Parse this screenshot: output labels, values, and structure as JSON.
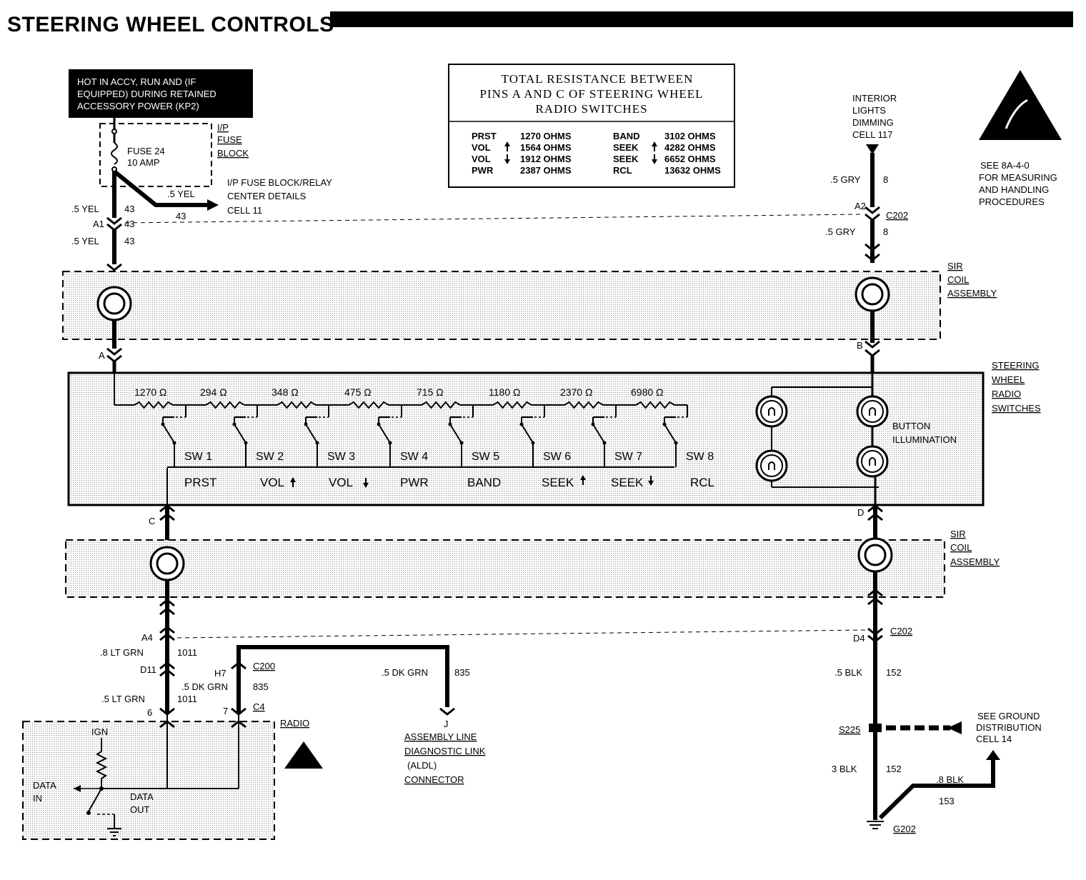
{
  "title": "STEERING WHEEL CONTROLS",
  "hot_box": [
    "HOT IN ACCY, RUN AND (IF",
    "EQUIPPED) DURING RETAINED",
    "ACCESSORY POWER (KP2)"
  ],
  "fuse": {
    "name": "FUSE 24",
    "rating": "10 AMP",
    "block_label": [
      "I/P",
      "FUSE",
      "BLOCK"
    ]
  },
  "relay_ref": [
    "I/P FUSE BLOCK/RELAY",
    "CENTER DETAILS",
    "CELL 11"
  ],
  "resistance_table": {
    "title": [
      "TOTAL RESISTANCE BETWEEN",
      "PINS A AND C OF STEERING WHEEL",
      "RADIO SWITCHES"
    ],
    "left": [
      {
        "name": "PRST",
        "arrow": "",
        "value": "1270 OHMS"
      },
      {
        "name": "VOL",
        "arrow": "up",
        "value": "1564 OHMS"
      },
      {
        "name": "VOL",
        "arrow": "down",
        "value": "1912 OHMS"
      },
      {
        "name": "PWR",
        "arrow": "",
        "value": "2387 OHMS"
      }
    ],
    "right": [
      {
        "name": "BAND",
        "arrow": "",
        "value": "3102 OHMS"
      },
      {
        "name": "SEEK",
        "arrow": "up",
        "value": "4282 OHMS"
      },
      {
        "name": "SEEK",
        "arrow": "down",
        "value": "6652 OHMS"
      },
      {
        "name": "RCL",
        "arrow": "",
        "value": "13632 OHMS"
      }
    ]
  },
  "dimming": [
    "INTERIOR",
    "LIGHTS",
    "DIMMING",
    "CELL 117"
  ],
  "esd_note": [
    "SEE 8A-4-0",
    "FOR MEASURING",
    "AND HANDLING",
    "PROCEDURES"
  ],
  "sir_label": [
    "SIR",
    "COIL",
    "ASSEMBLY"
  ],
  "switch_label": [
    "STEERING",
    "WHEEL",
    "RADIO",
    "SWITCHES"
  ],
  "button_illum": [
    "BUTTON",
    "ILLUMINATION"
  ],
  "resistors": [
    "1270 Ω",
    "294 Ω",
    "348 Ω",
    "475 Ω",
    "715 Ω",
    "1180 Ω",
    "2370 Ω",
    "6980 Ω"
  ],
  "switches": [
    "SW 1",
    "SW 2",
    "SW 3",
    "SW 4",
    "SW 5",
    "SW 6",
    "SW 7",
    "SW 8"
  ],
  "functions": [
    "PRST",
    "VOL",
    "VOL",
    "PWR",
    "BAND",
    "SEEK",
    "SEEK",
    "RCL"
  ],
  "wires": {
    "w1": ".5 YEL",
    "n1": "43",
    "w2": ".5 YEL",
    "n2": "43",
    "w3": ".5 YEL",
    "n3": "43",
    "n4": "43",
    "a1": "A1",
    "a2": "A2",
    "c202a": "C202",
    "gry1": ".5 GRY",
    "gry_n1": "8",
    "gry2": ".5 GRY",
    "gry_n2": "8",
    "pinA": "A",
    "pinB": "B",
    "pinC": "C",
    "pinD": "D",
    "a4": "A4",
    "ltgrn1": ".8 LT GRN",
    "ltgrn_n1": "1011",
    "d11": "D11",
    "ltgrn2": ".5 LT GRN",
    "ltgrn_n2": "1011",
    "h7": "H7",
    "c200": "C200",
    "dkgrn1": ".5 DK GRN",
    "dkgrn_n1": "835",
    "dkgrn2": ".5 DK GRN",
    "dkgrn_n2": "835",
    "p6": "6",
    "p7": "7",
    "c4": "C4",
    "pinJ": "J",
    "d4": "D4",
    "c202b": "C202",
    "blk1": ".5 BLK",
    "blk_n1": "152",
    "s225": "S225",
    "blk2": "3 BLK",
    "blk_n2": "152",
    "blk3": ".8 BLK",
    "blk_n3": "153",
    "g202": "G202"
  },
  "radio": {
    "label": "RADIO",
    "ign": "IGN",
    "data_in": [
      "DATA",
      "IN"
    ],
    "data_out": [
      "DATA",
      "OUT"
    ]
  },
  "aldl": [
    "ASSEMBLY LINE",
    "DIAGNOSTIC LINK",
    "(ALDL)",
    "CONNECTOR"
  ],
  "ground_ref": [
    "SEE GROUND",
    "DISTRIBUTION",
    "CELL 14"
  ]
}
